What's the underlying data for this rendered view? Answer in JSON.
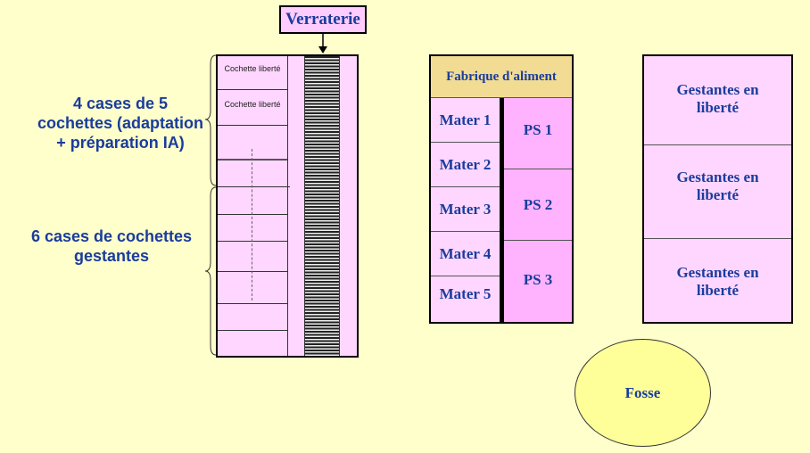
{
  "labels": {
    "top": "4 cases de 5 cochettes (adaptation + préparation IA)",
    "bottom": "6 cases de cochettes gestantes"
  },
  "verraterie": "Verraterie",
  "cochettes": [
    "Cochette liberté",
    "Cochette liberté"
  ],
  "fabrique": "Fabrique d'aliment",
  "maters": [
    "Mater 1",
    "Mater 2",
    "Mater 3",
    "Mater 4",
    "Mater 5"
  ],
  "ps": [
    "PS 1",
    "PS 2",
    "PS 3"
  ],
  "gestantes": [
    "Gestantes en liberté",
    "Gestantes en liberté",
    "Gestantes en liberté"
  ],
  "fosse": "Fosse"
}
